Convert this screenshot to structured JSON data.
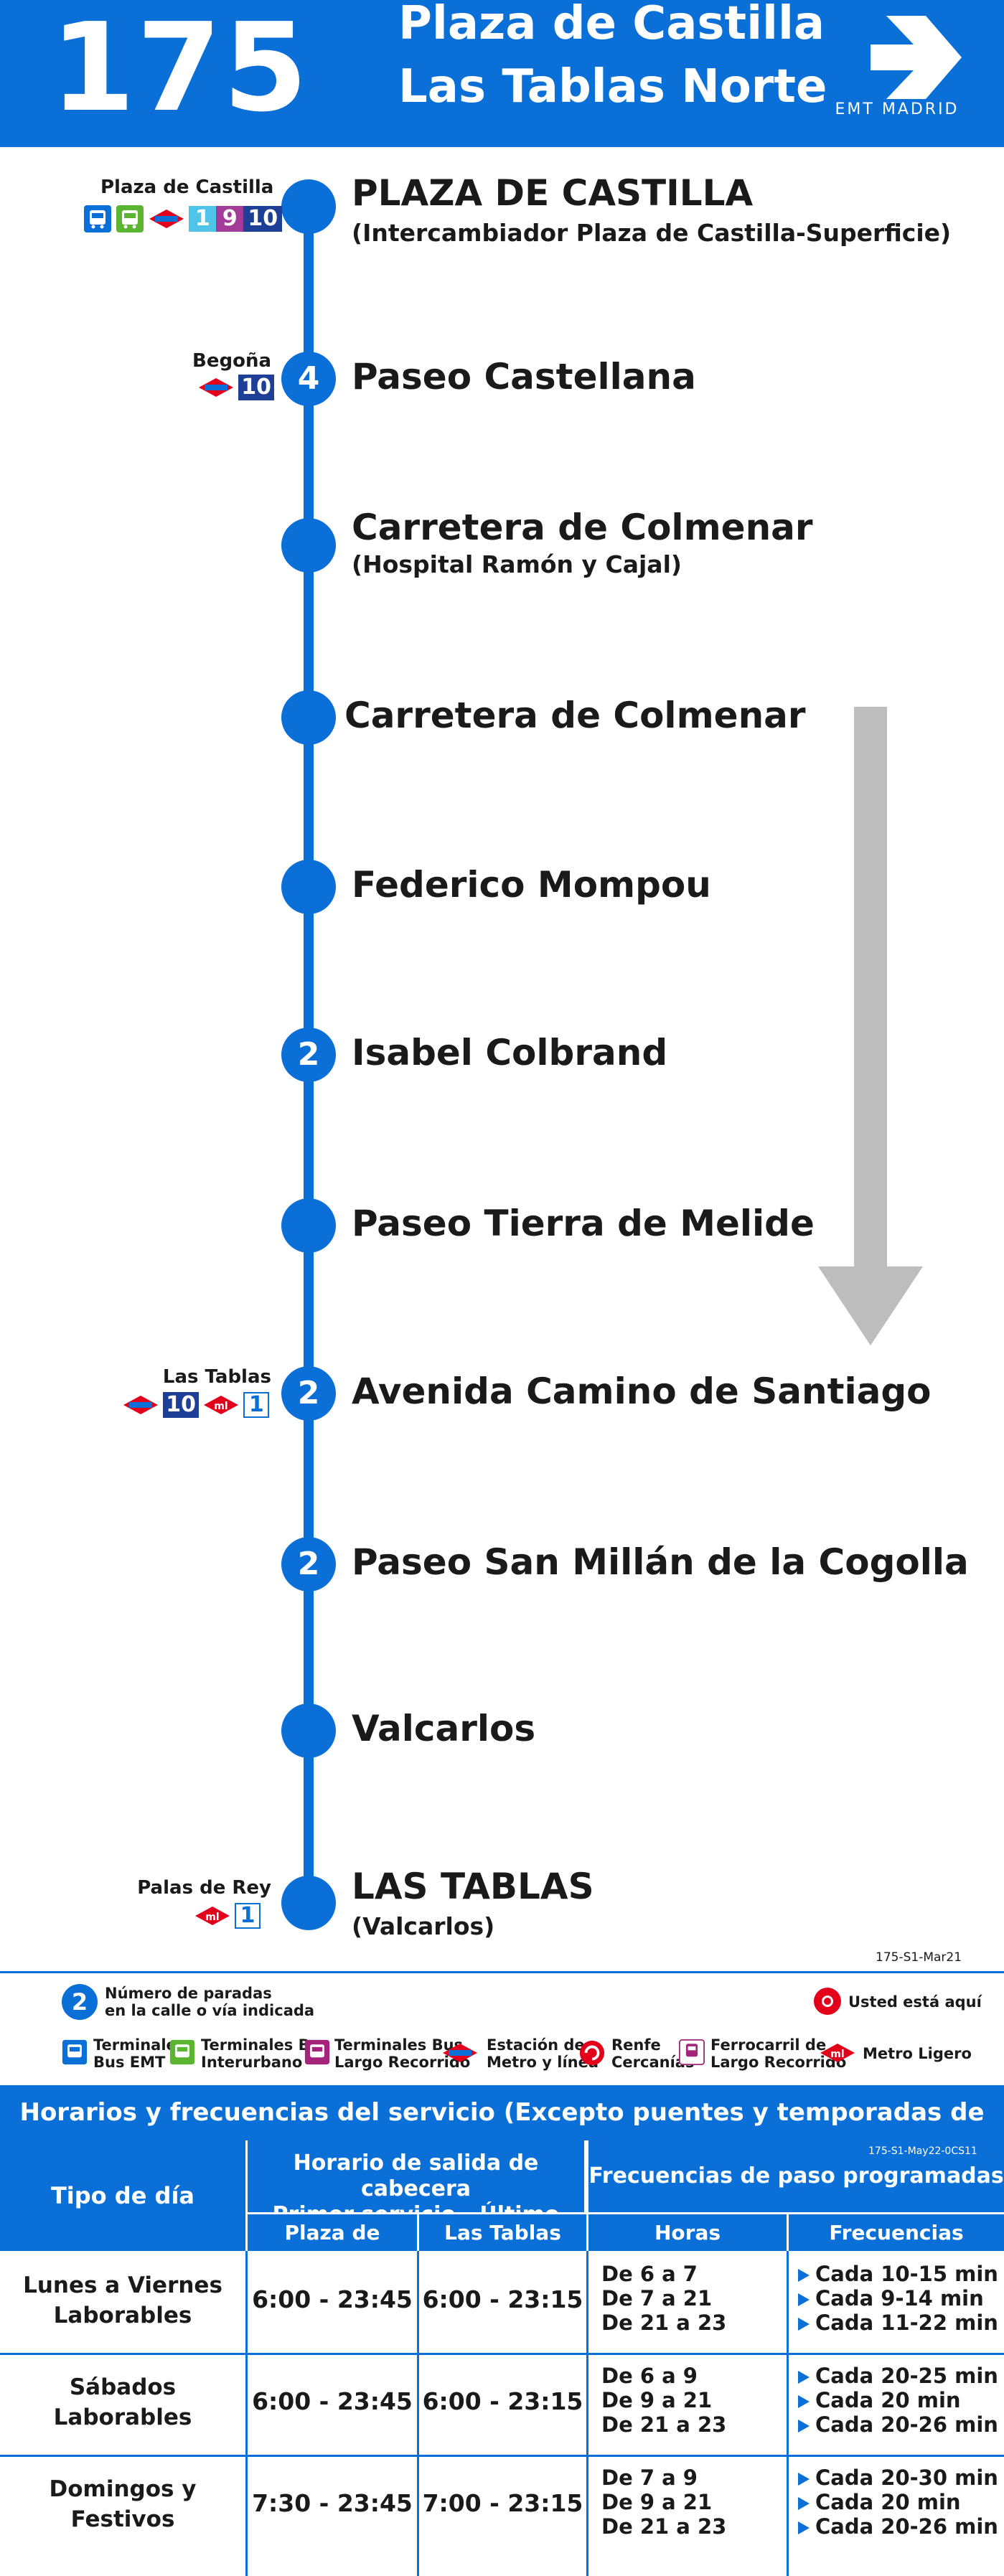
{
  "header": {
    "line_number": "175",
    "destination_1": "Plaza de Castilla",
    "destination_2": "Las Tablas Norte",
    "brand": "EMT MADRID"
  },
  "stops": [
    {
      "name": "PLAZA DE CASTILLA",
      "sub": "(Intercambiador Plaza de Castilla-Superficie)",
      "count": "",
      "connection": "Plaza de Castilla"
    },
    {
      "name": "Paseo Castellana",
      "sub": "",
      "count": "4",
      "connection": "Begoña"
    },
    {
      "name": "Carretera de Colmenar",
      "sub": "(Hospital Ramón y Cajal)",
      "count": "",
      "connection": ""
    },
    {
      "name": "Carretera de Colmenar",
      "sub": "",
      "count": "",
      "connection": ""
    },
    {
      "name": "Federico Mompou",
      "sub": "",
      "count": "",
      "connection": ""
    },
    {
      "name": "Isabel Colbrand",
      "sub": "",
      "count": "2",
      "connection": ""
    },
    {
      "name": "Paseo Tierra de Melide",
      "sub": "",
      "count": "",
      "connection": ""
    },
    {
      "name": "Avenida Camino de Santiago",
      "sub": "",
      "count": "2",
      "connection": "Las Tablas"
    },
    {
      "name": "Paseo San Millán de la Cogolla",
      "sub": "",
      "count": "2",
      "connection": ""
    },
    {
      "name": "Valcarlos",
      "sub": "",
      "count": "",
      "connection": ""
    },
    {
      "name": "LAS TABLAS",
      "sub": "(Valcarlos)",
      "count": "",
      "connection": "Palas de Rey"
    }
  ],
  "connections": {
    "plaza_castilla_lines": [
      "1",
      "9",
      "10"
    ],
    "begona_line": "10",
    "las_tablas_metro": "10",
    "las_tablas_ml": "1",
    "palas_de_rey_ml": "1"
  },
  "codes": {
    "map_code": "175-S1-Mar21",
    "table_code": "175-S1-May22-0CS11"
  },
  "legend": {
    "count_example": "2",
    "count_text_1": "Número de paradas",
    "count_text_2": "en la calle o vía indicada",
    "you_are_here": "Usted está aquí",
    "items": [
      {
        "l1": "Terminales",
        "l2": "Bus EMT"
      },
      {
        "l1": "Terminales Bus",
        "l2": "Interurbano"
      },
      {
        "l1": "Terminales Bus",
        "l2": "Largo Recorrido"
      },
      {
        "l1": "Estación de",
        "l2": "Metro y línea"
      },
      {
        "l1": "Renfe",
        "l2": "Cercanías"
      },
      {
        "l1": "Ferrocarril de",
        "l2": "Largo Recorrido"
      },
      {
        "l1": "Metro Ligero",
        "l2": ""
      }
    ]
  },
  "timetable": {
    "title": "Horarios y frecuencias del servicio (Excepto puentes y temporadas de Semana Santa y Verano)",
    "col_day_type": "Tipo de día",
    "col_departure_1": "Horario de salida de cabecera",
    "col_departure_2": "Primer servicio - Último servicio",
    "col_frequencies": "Frecuencias de paso programadas",
    "sub_plaza": "Plaza de Castilla",
    "sub_tablas": "Las Tablas",
    "sub_hours": "Horas",
    "sub_freq": "Frecuencias",
    "rows": [
      {
        "day_1": "Lunes a Viernes",
        "day_2": "Laborables",
        "plaza": "6:00 - 23:45",
        "tablas": "6:00 - 23:15",
        "hours": [
          "De 6 a 7",
          "De 7 a 21",
          "De 21 a 23"
        ],
        "freqs": [
          "Cada 10-15 min",
          "Cada 9-14 min",
          "Cada 11-22 min"
        ]
      },
      {
        "day_1": "Sábados",
        "day_2": "Laborables",
        "plaza": "6:00 - 23:45",
        "tablas": "6:00 - 23:15",
        "hours": [
          "De 6 a 9",
          "De 9 a 21",
          "De 21 a 23"
        ],
        "freqs": [
          "Cada 20-25 min",
          "Cada 20 min",
          "Cada 20-26 min"
        ]
      },
      {
        "day_1": "Domingos y",
        "day_2": "Festivos",
        "plaza": "7:30 - 23:45",
        "tablas": "7:00 - 23:15",
        "hours": [
          "De 7 a 9",
          "De 9 a 21",
          "De 21 a 23"
        ],
        "freqs": [
          "Cada 20-30 min",
          "Cada 20 min",
          "Cada 20-26 min"
        ]
      }
    ]
  },
  "colors": {
    "brand_blue": "#0a6fd6",
    "metro_red": "#e2001a",
    "arrow_grey": "#bdbdbd"
  }
}
